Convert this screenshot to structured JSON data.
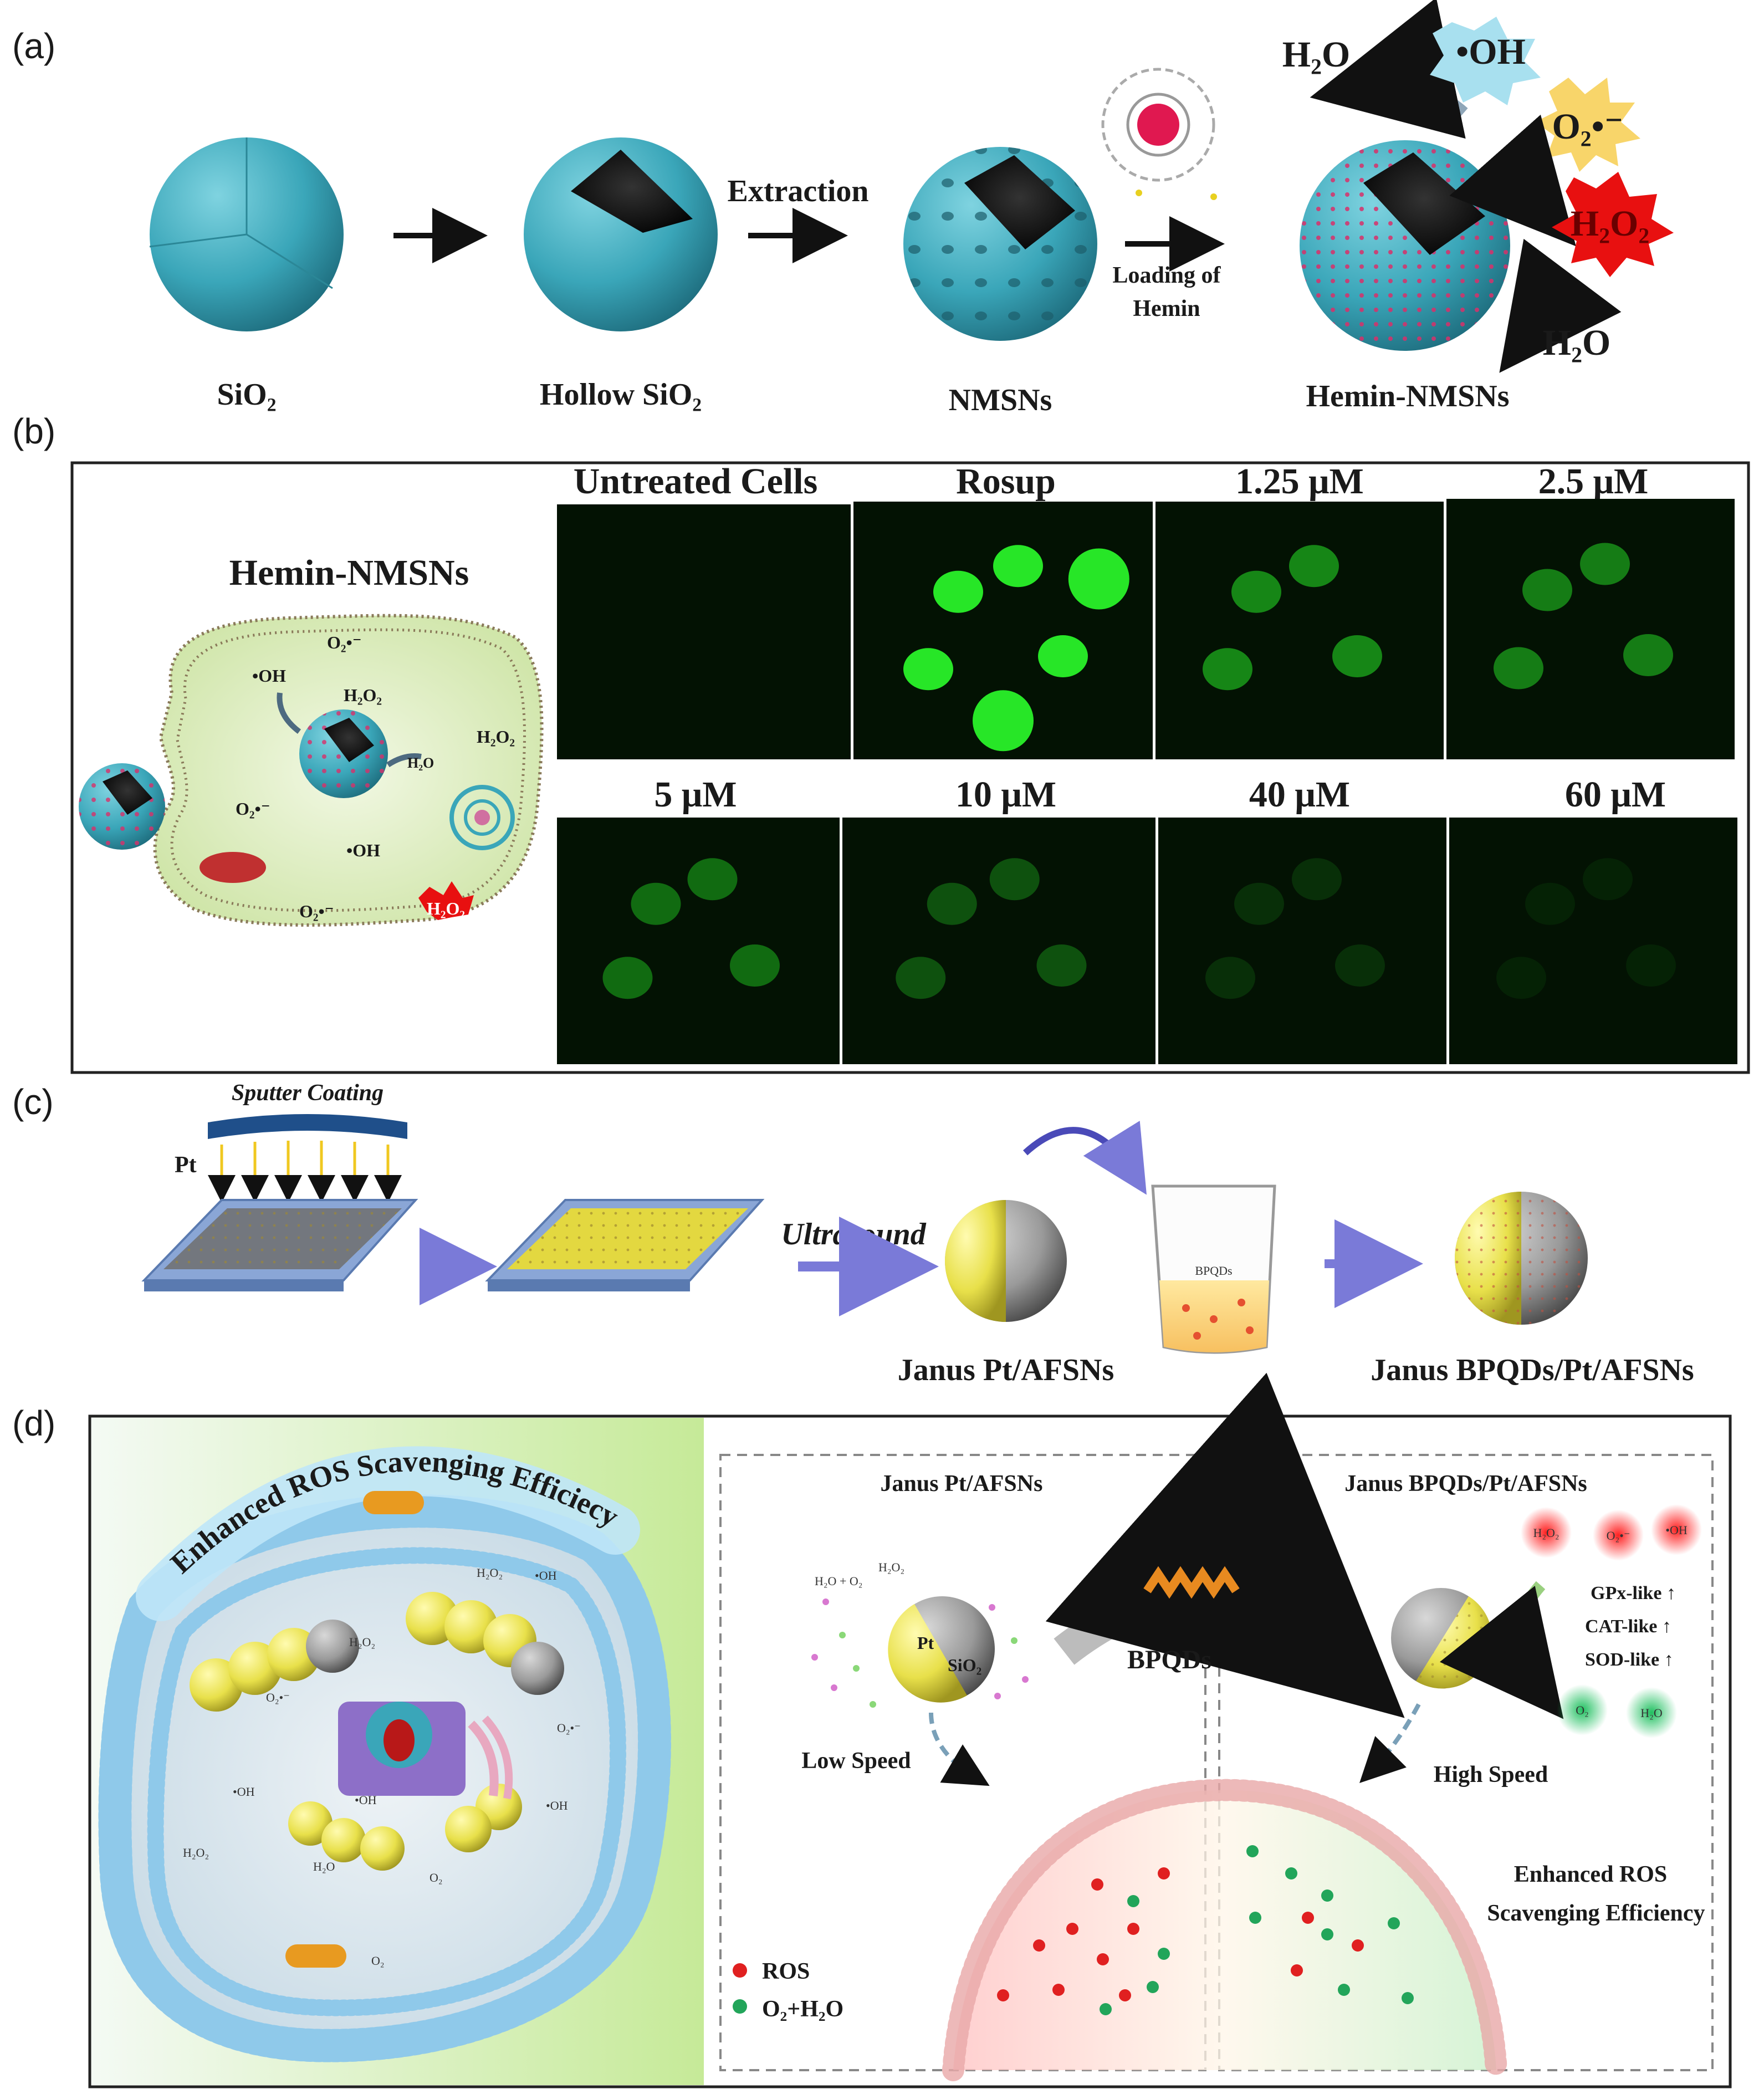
{
  "panels": {
    "a": {
      "letter": "(a)",
      "stages": [
        "SiO₂",
        "Hollow SiO₂",
        "NMSNs",
        "Hemin-NMSNs"
      ],
      "step_extraction": "Extraction",
      "step_loading_1": "Loading of",
      "step_loading_2": "Hemin",
      "species": {
        "h2o_top": "H₂O",
        "oh": "•OH",
        "o2": "O₂•⁻",
        "h2o2": "H₂O₂",
        "h2o_bottom": "H₂O"
      }
    },
    "b": {
      "letter": "(b)",
      "cell_title": "Hemin-NMSNs",
      "cell_species": [
        "•OH",
        "O₂•⁻",
        "H₂O₂",
        "H₂O₂",
        "H₂O",
        "O₂•⁻",
        "•OH",
        "O₂•⁻",
        "H₂O₂"
      ],
      "image_labels": [
        "Untreated Cells",
        "Rosup",
        "1.25 μM",
        "2.5 μM",
        "5 μM",
        "10 μM",
        "40 μM",
        "60 μM"
      ],
      "fluorescence_levels": [
        0,
        1.0,
        0.55,
        0.5,
        0.42,
        0.3,
        0.14,
        0.08
      ]
    },
    "c": {
      "letter": "(c)",
      "sputter": "Sputter Coating",
      "pt": "Pt",
      "ultrasound": "Ultrasound",
      "janus1": "Janus Pt/AFSNs",
      "beaker": "BPQDs",
      "janus2": "Janus BPQDs/Pt/AFSNs"
    },
    "d": {
      "letter": "(d)",
      "arc_title": "Enhanced ROS Scavenging Efficiecy",
      "left_title": "Janus Pt/AFSNs",
      "right_title": "Janus BPQDs/Pt/AFSNs",
      "pt": "Pt",
      "sio2": "SiO₂",
      "bpqds": "BPQDs",
      "low_speed": "Low Speed",
      "high_speed": "High Speed",
      "h2o_o2": "H₂O + O₂",
      "h2o2_small": "H₂O₂",
      "ros_top": [
        "H₂O₂",
        "O₂•⁻",
        "•OH"
      ],
      "products": [
        "O₂",
        "H₂O"
      ],
      "activities": [
        "GPx-like ↑",
        "CAT-like ↑",
        "SOD-like ↑"
      ],
      "enhanced_1": "Enhanced ROS",
      "enhanced_2": "Scavenging Efficiency",
      "legend_ros": "ROS",
      "legend_o2h2o": "O₂+H₂O",
      "cell_species": [
        "H₂O₂",
        "•OH",
        "H₂O₂",
        "O₂•⁻",
        "O₂•⁻",
        "•OH",
        "•OH",
        "•OH",
        "H₂O₂",
        "H₂O",
        "O₂",
        "O₂"
      ]
    }
  },
  "colors": {
    "teal": "#3aa6b9",
    "teal_dark": "#1f7a8c",
    "pink_dot": "#e0306a",
    "fluor_green": "#27e627",
    "pt_yellow": "#e8e04a",
    "ros_red": "#e02020",
    "o2_green": "#22a55a",
    "membrane_blue": "#8fc9ea"
  }
}
